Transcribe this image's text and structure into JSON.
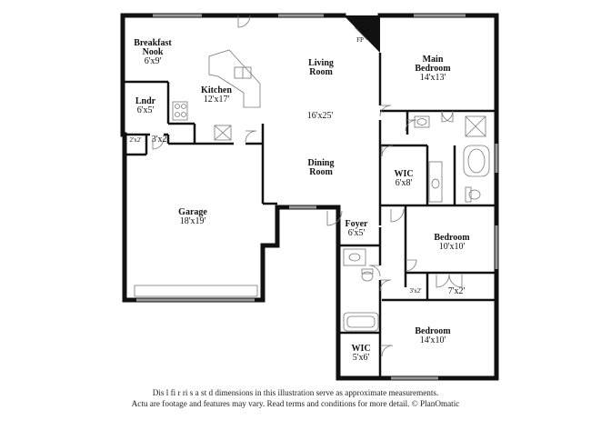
{
  "rooms": {
    "breakfast_nook": {
      "name_line1": "Breakfast",
      "name_line2": "Nook",
      "size": "6'x9'"
    },
    "kitchen": {
      "name": "Kitchen",
      "size": "12'x17'"
    },
    "laundry": {
      "name": "Lndr",
      "size": "6'x5'"
    },
    "closet_small": {
      "size": "2'x2'"
    },
    "hall_closet": {
      "size": "3'x2'"
    },
    "living": {
      "name": "Living",
      "name_line2": "Room"
    },
    "living_dining_size": {
      "size": "16'x25'"
    },
    "dining": {
      "name": "Dining",
      "name_line2": "Room"
    },
    "main_bedroom": {
      "name": "Main",
      "name_line2": "Bedroom",
      "size": "14'x13'"
    },
    "wic_main": {
      "name": "WIC",
      "size": "6'x8'"
    },
    "fireplace": {
      "label": "FP"
    },
    "garage": {
      "name": "Garage",
      "size": "18'x19'"
    },
    "foyer": {
      "name": "Foyer",
      "size": "6'x5'"
    },
    "bedroom_2": {
      "name": "Bedroom",
      "size": "10'x10'"
    },
    "closet_3x2": {
      "size": "3'x2'"
    },
    "closet_7x2": {
      "size": "7'x2'"
    },
    "bedroom_3": {
      "name": "Bedroom",
      "size": "14'x10'"
    },
    "wic_2": {
      "name": "WIC",
      "size": "5'x6'"
    }
  },
  "disclaimer": {
    "line1": "Dis      l  fi  r    ri  s  a   st  d dimensions in this illustration serve as approximate measurements.",
    "line2": "Actu     are footage and features may vary. Read terms and conditions for more detail. © PlanOmatic"
  },
  "colors": {
    "wall": "#111111",
    "fixture": "#777777",
    "window": "#9a9a9a"
  }
}
